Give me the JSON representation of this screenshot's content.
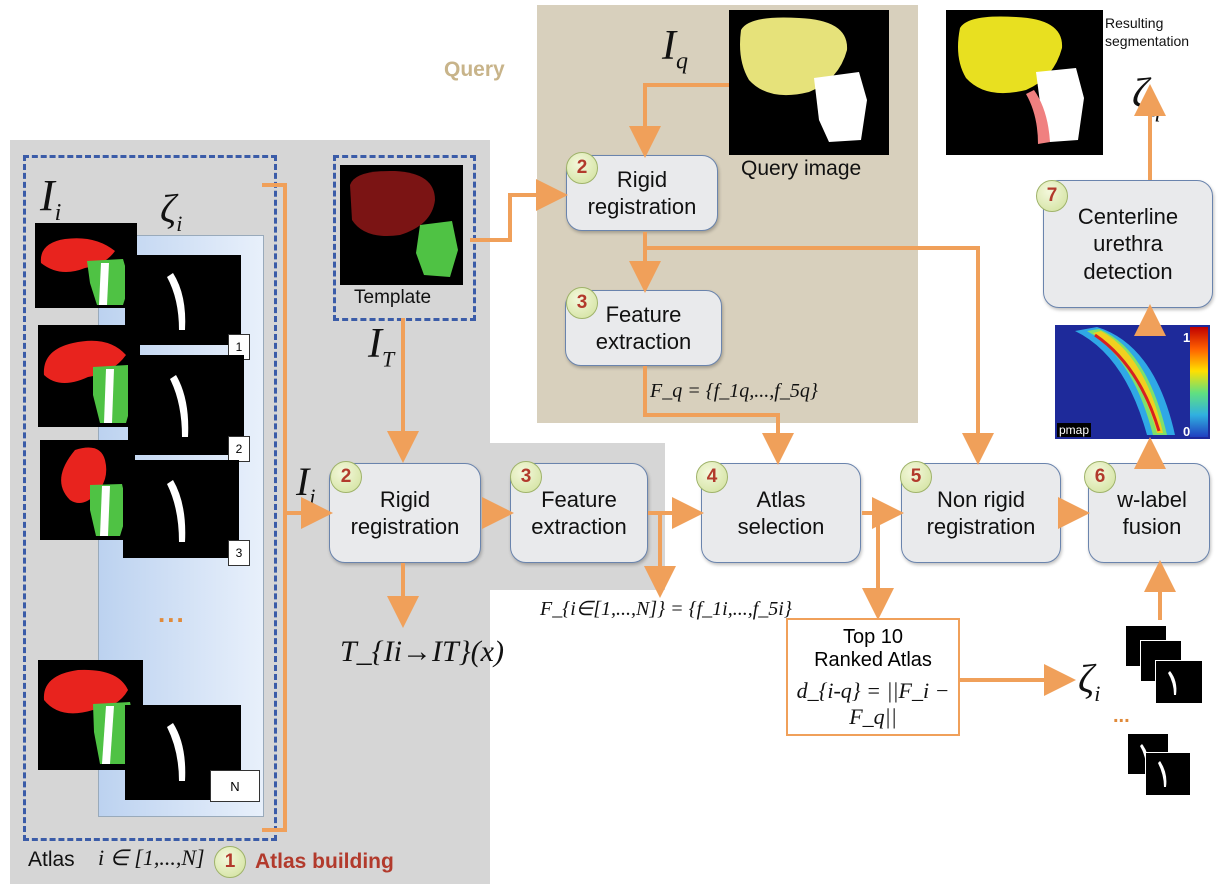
{
  "query": {
    "panel_label": "Query",
    "image_symbol": "I",
    "image_sub": "q",
    "image_caption": "Query image",
    "step2": {
      "num": "2",
      "label": "Rigid registration"
    },
    "step3": {
      "num": "3",
      "label": "Feature extraction"
    },
    "features_eq": "F_q = {f_1q,...,f_5q}"
  },
  "result": {
    "caption": "Resulting segmentation",
    "symbol": "ζ",
    "sub": "q"
  },
  "template": {
    "caption": "Template",
    "symbol": "I",
    "sub": "T"
  },
  "atlas": {
    "image_symbol": "I",
    "image_sub": "i",
    "label_symbol": "ζ",
    "label_sub": "i",
    "tags": [
      "1",
      "2",
      "3",
      "N"
    ],
    "dots": "...",
    "footer_label": "Atlas",
    "index_eq": "i ∈ [1,...,N]",
    "step_num": "1",
    "step_label": "Atlas building"
  },
  "pipeline": {
    "input_symbol": "I",
    "input_sub": "i",
    "step2": {
      "num": "2",
      "label": "Rigid registration"
    },
    "step3": {
      "num": "3",
      "label": "Feature extraction"
    },
    "step4": {
      "num": "4",
      "label": "Atlas selection"
    },
    "step5": {
      "num": "5",
      "label": "Non rigid registration"
    },
    "step6": {
      "num": "6",
      "label": "w-label fusion"
    },
    "step7": {
      "num": "7",
      "label": "Centerline urethra detection"
    },
    "transform_eq": "T_{Ii→IT}(x)",
    "features_eq": "F_{i∈[1,...,N]} = {f_1i,...,f_5i}"
  },
  "ranked": {
    "line1": "Top 10",
    "line2": "Ranked Atlas",
    "distance_eq": "d_{i-q} = ||F_i − F_q||"
  },
  "fusion_inputs": {
    "symbol": "ζ",
    "sub": "i",
    "dots": "..."
  },
  "pmap": {
    "label": "pmap",
    "max": "1",
    "min": "0"
  },
  "colors": {
    "arrow": "#f0a05a",
    "dash_border": "#3b5ca8",
    "badge_text": "#b23a2c",
    "prostate_red": "#e8231e",
    "prostate_dark": "#7b1414",
    "green": "#4fc244",
    "query_yellow": "#e6e27a",
    "urethra_pink": "#f08080"
  }
}
